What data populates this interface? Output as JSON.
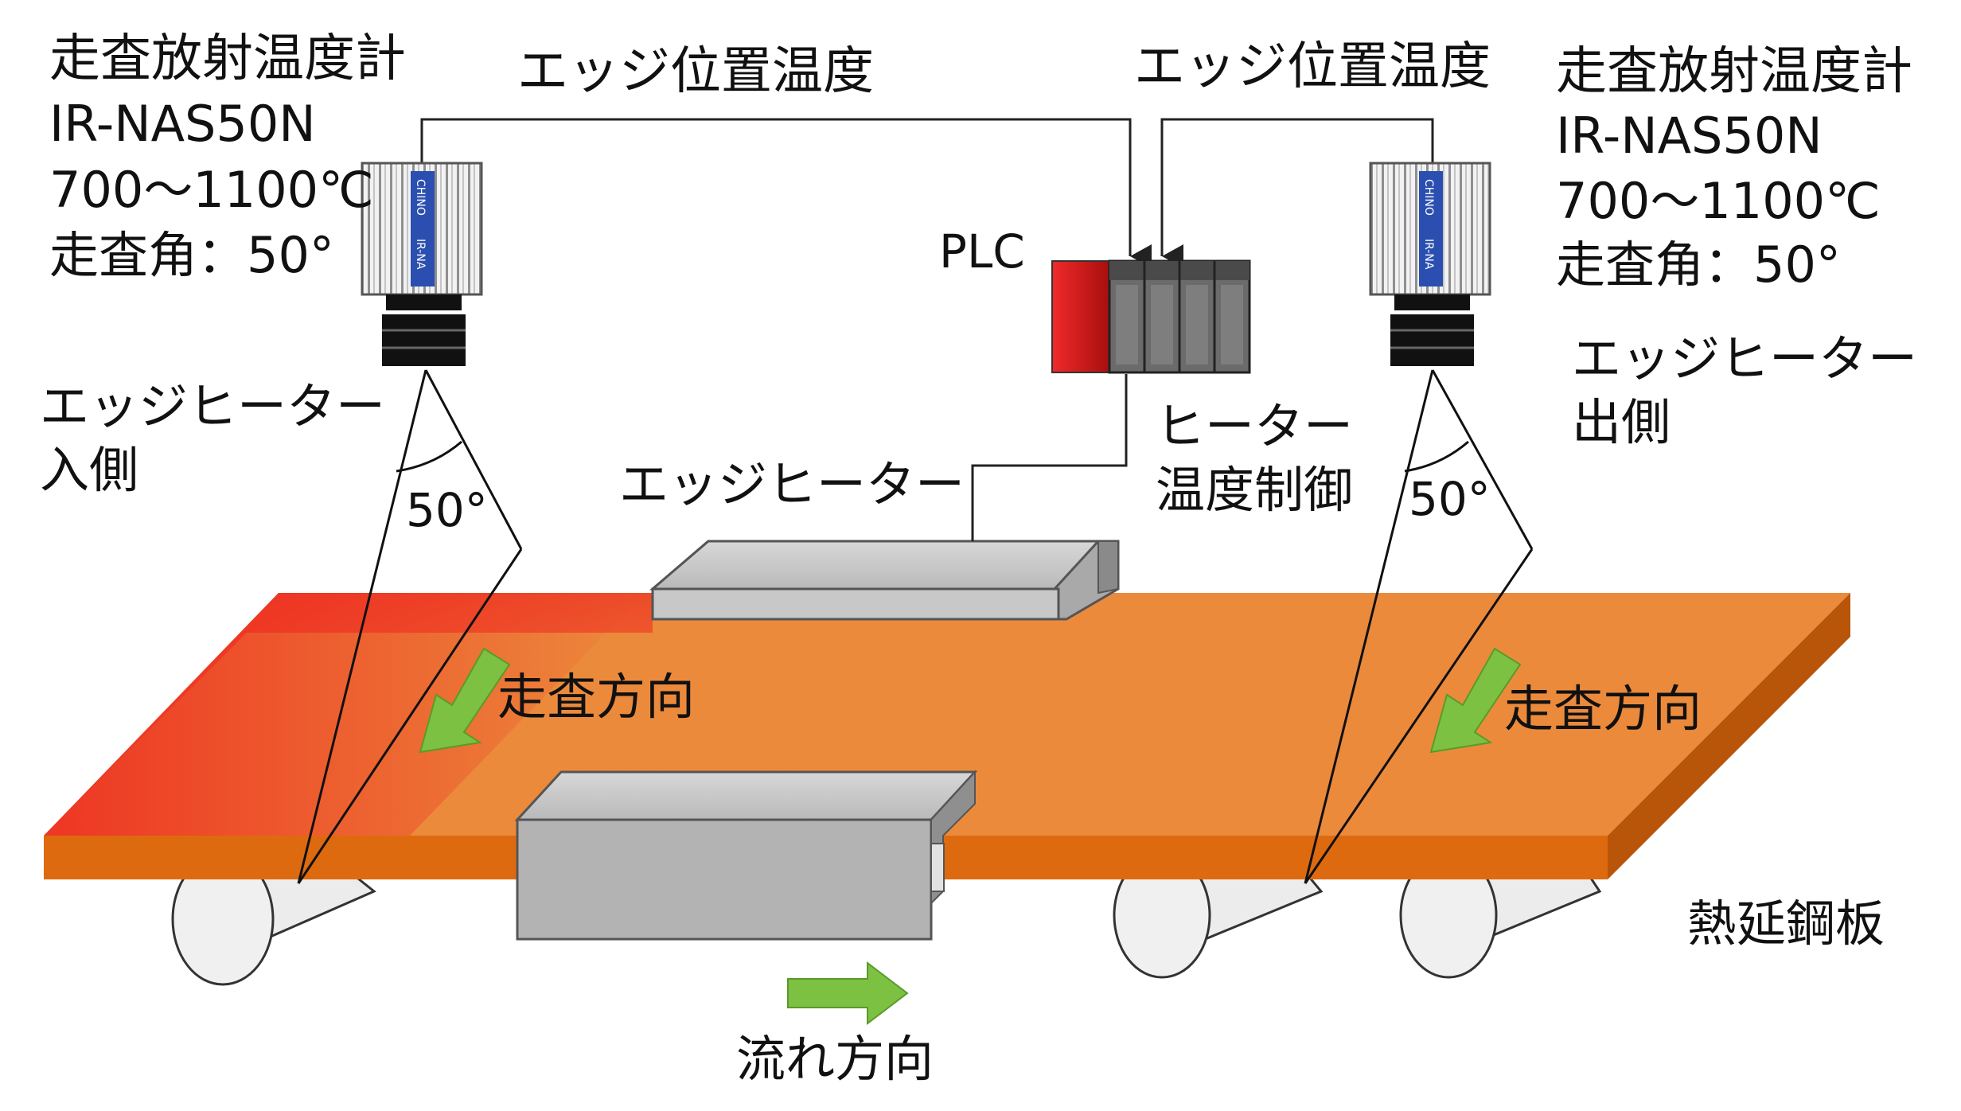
{
  "labels": {
    "left_scanner_title": "走査放射温度計",
    "left_scanner_model": "IR-NAS50N",
    "left_scanner_range": "700～1100℃",
    "left_scanner_angle": "走査角：50°",
    "right_scanner_title": "走査放射温度計",
    "right_scanner_model": "IR-NAS50N",
    "right_scanner_range": "700～1100℃",
    "right_scanner_angle": "走査角：50°",
    "edge_temp_left": "エッジ位置温度",
    "edge_temp_right": "エッジ位置温度",
    "plc": "PLC",
    "inlet_line1": "エッジヒーター",
    "inlet_line2": "入側",
    "outlet_line1": "エッジヒーター",
    "outlet_line2": "出側",
    "heater_control_line1": "ヒーター",
    "heater_control_line2": "温度制御",
    "edge_heater": "エッジヒーター",
    "angle_left": "50°",
    "angle_right": "50°",
    "scan_dir_left": "走査方向",
    "scan_dir_right": "走査方向",
    "steel_plate": "熱延鋼板",
    "flow_dir": "流れ方向",
    "device_brand": "CHINO",
    "device_model_text": "IR-NA"
  },
  "colors": {
    "plate_top": "#ec8a3c",
    "plate_front": "#de6a10",
    "plate_side": "#b85508",
    "hot_edge": "#ee1c1c",
    "heater_body": "#bdbdbd",
    "arrow_green": "#7cc142",
    "plc_red": "#d81b1b",
    "plc_module": "#6b6b6b",
    "line": "#222222"
  }
}
